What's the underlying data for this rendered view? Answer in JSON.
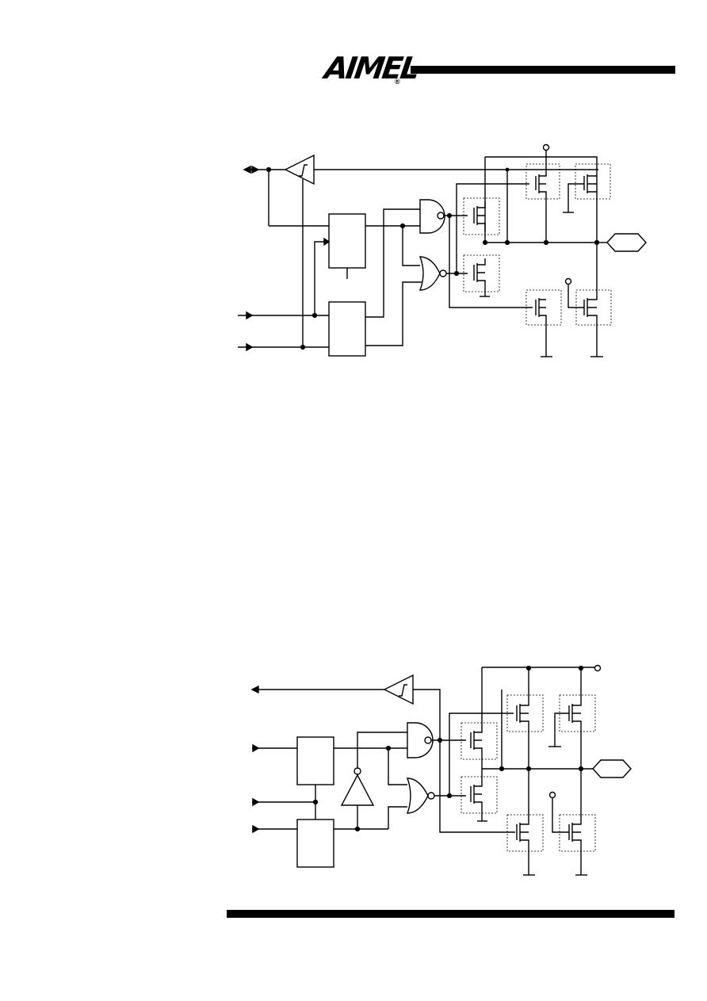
{
  "header": {
    "logo_text": "AIMEL",
    "logo_registered": "®"
  },
  "figures": [
    {
      "type": "schematic",
      "caption": ""
    },
    {
      "type": "schematic",
      "caption": ""
    }
  ]
}
